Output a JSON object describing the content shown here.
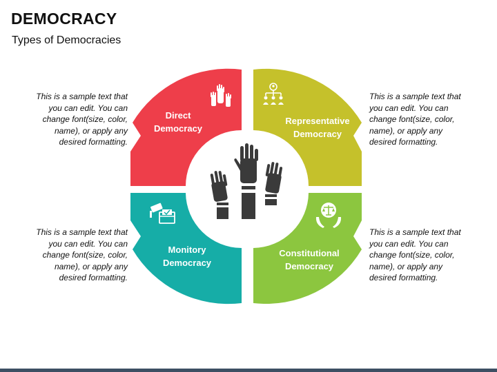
{
  "title": "DEMOCRACY",
  "subtitle": "Types of Democracies",
  "segments": {
    "top_left": {
      "line1": "Direct",
      "line2": "Democracy",
      "color": "#ee3e4a",
      "icon": "raised-hands-icon"
    },
    "top_right": {
      "line1": "Representative",
      "line2": "Democracy",
      "color": "#c5c12b",
      "icon": "hierarchy-people-icon"
    },
    "bottom_left": {
      "line1": "Monitory",
      "line2": "Democracy",
      "color": "#16ada7",
      "icon": "surveillance-ballot-icon"
    },
    "bottom_right": {
      "line1": "Constitutional",
      "line2": "Democracy",
      "color": "#8cc63f",
      "icon": "scales-in-hands-icon"
    }
  },
  "center_icon": "raised-hands-icon",
  "descriptions": {
    "top_left": [
      "This is a sample text that",
      "you can edit. You can",
      "change font(size, color,",
      "name), or apply any",
      "desired formatting."
    ],
    "top_right": [
      "This is a sample text that",
      "you can edit. You can",
      "change font(size, color,",
      "name), or apply any",
      "desired formatting."
    ],
    "bottom_left": [
      "This is a sample text that",
      "you can edit. You can",
      "change font(size, color,",
      "name), or apply any",
      "desired formatting."
    ],
    "bottom_right": [
      "This is a sample text that",
      "you can edit. You can",
      "change font(size, color,",
      "name), or apply any",
      "desired formatting."
    ]
  },
  "footer_color": "#3d4f63"
}
